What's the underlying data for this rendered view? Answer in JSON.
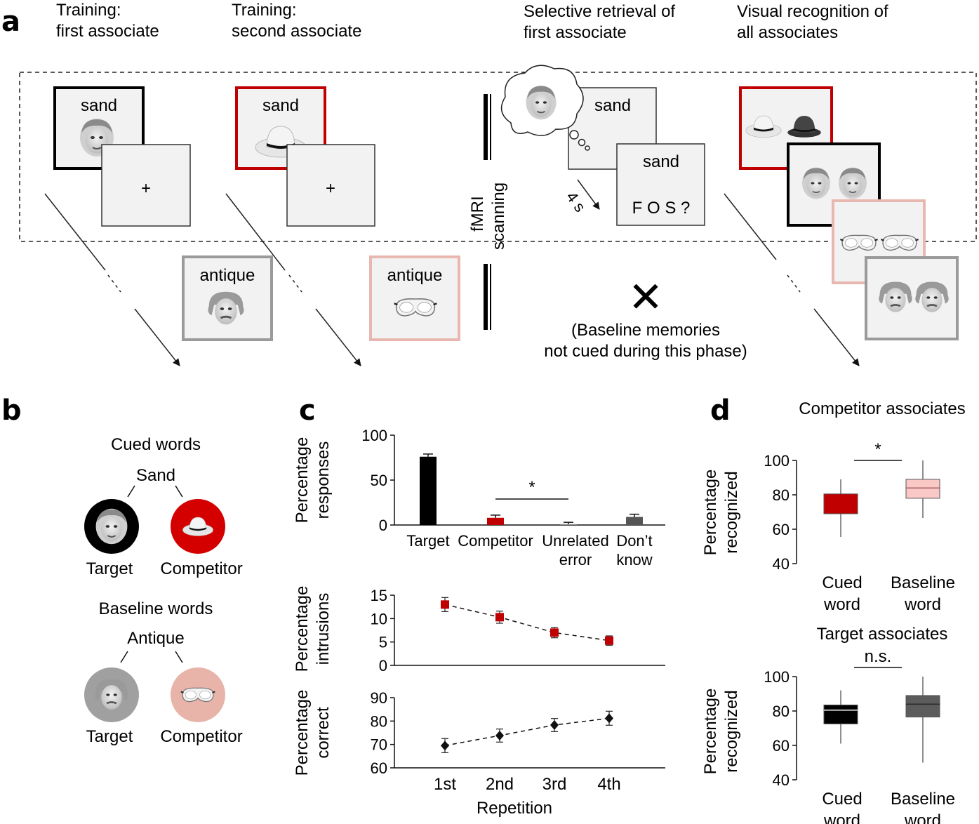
{
  "panel_labels": {
    "a": "a",
    "b": "b",
    "c": "c",
    "d": "d"
  },
  "panel_a": {
    "phase1": [
      "Training:",
      "first associate"
    ],
    "phase2": [
      "Training:",
      "second associate"
    ],
    "phase3": [
      "Selective retrieval of",
      "first associate"
    ],
    "phase4": [
      "Visual recognition of",
      "all associates"
    ],
    "cue_word": "sand",
    "baseline_word": "antique",
    "fixation": "+",
    "stem": "F O S ?",
    "duration": "4 s",
    "scanner": [
      "fMRI",
      "scanning"
    ],
    "x_mark": "✕",
    "baseline_note": [
      "(Baseline memories",
      "not cued during this phase)"
    ],
    "image_icons": [
      "marilyn-face-icon",
      "white-hat-icon",
      "einstein-face-icon",
      "goggles-icon",
      "bowler-hat-icon",
      "swim-goggles-icon"
    ],
    "colors": {
      "target": "#000000",
      "competitor": "#c00000",
      "baseline_target": "#999999",
      "baseline_competitor": "#e8b8b0"
    }
  },
  "panel_b": {
    "cued_title": "Cued words",
    "cued_word": "Sand",
    "baseline_title": "Baseline words",
    "baseline_word": "Antique",
    "target_label": "Target",
    "competitor_label": "Competitor",
    "circle_colors": {
      "cued_target": "#000000",
      "cued_competitor": "#d40000",
      "baseline_target": "#a0a0a0",
      "baseline_competitor": "#e8b4aa"
    }
  },
  "chart_data": [
    {
      "id": "c-responses",
      "type": "bar",
      "ylabel": [
        "Percentage",
        "responses"
      ],
      "categories": [
        [
          "Target"
        ],
        [
          "Competitor"
        ],
        [
          "Unrelated",
          "error"
        ],
        [
          "Don’t",
          "know"
        ]
      ],
      "values": [
        76,
        8,
        1,
        9
      ],
      "errors": [
        3,
        3,
        2,
        3
      ],
      "colors": [
        "#000000",
        "#c00000",
        "#888888",
        "#555555"
      ],
      "ylim": [
        0,
        100
      ],
      "yticks": [
        0,
        50,
        100
      ],
      "significance": {
        "from": 1,
        "to": 2,
        "label": "*"
      }
    },
    {
      "id": "c-intrusions",
      "type": "line",
      "ylabel": [
        "Percentage",
        "intrusions"
      ],
      "x": [
        1,
        2,
        3,
        4
      ],
      "values": [
        13,
        10.3,
        7,
        5.3
      ],
      "errors": [
        1.5,
        1.3,
        1.1,
        1.0
      ],
      "marker": "square",
      "color": "#c00000",
      "ylim": [
        0,
        15
      ],
      "yticks": [
        0,
        5,
        10,
        15
      ]
    },
    {
      "id": "c-correct",
      "type": "line",
      "ylabel": [
        "Percentage",
        "correct"
      ],
      "xlabel": "Repetition",
      "xticks": [
        "1st",
        "2nd",
        "3rd",
        "4th"
      ],
      "x": [
        1,
        2,
        3,
        4
      ],
      "values": [
        69.5,
        73.8,
        78.3,
        81.2
      ],
      "errors": [
        3,
        2.8,
        2.8,
        3
      ],
      "marker": "diamond",
      "color": "#111111",
      "ylim": [
        60,
        90
      ],
      "yticks": [
        60,
        70,
        80,
        90
      ]
    },
    {
      "id": "d-competitor",
      "type": "box",
      "title": "Competitor associates",
      "ylabel": [
        "Percentage",
        "recognized"
      ],
      "categories": [
        [
          "Cued",
          "word"
        ],
        [
          "Baseline",
          "word"
        ]
      ],
      "boxes": [
        {
          "min": 55.5,
          "q1": 69,
          "median": 75,
          "q3": 80.5,
          "max": 89,
          "color": "#c00000",
          "median_color": "#c00000"
        },
        {
          "min": 66.5,
          "q1": 78,
          "median": 84,
          "q3": 89,
          "max": 100,
          "color": "#fbc8c8",
          "median_color": "#a86060"
        }
      ],
      "ylim": [
        40,
        100
      ],
      "yticks": [
        40,
        60,
        80,
        100
      ],
      "significance": "*"
    },
    {
      "id": "d-target",
      "type": "box",
      "title": "Target associates",
      "ylabel": [
        "Percentage",
        "recognized"
      ],
      "categories": [
        [
          "Cued",
          "word"
        ],
        [
          "Baseline",
          "word"
        ]
      ],
      "boxes": [
        {
          "min": 61,
          "q1": 72.5,
          "median": 80.5,
          "q3": 83.5,
          "max": 92,
          "color": "#000000",
          "median_color": "#ffffff"
        },
        {
          "min": 50,
          "q1": 76.5,
          "median": 84,
          "q3": 89,
          "max": 100,
          "color": "#5c5c5c",
          "median_color": "#2a2a2a"
        }
      ],
      "ylim": [
        40,
        100
      ],
      "yticks": [
        40,
        60,
        80,
        100
      ],
      "significance": "n.s."
    }
  ]
}
